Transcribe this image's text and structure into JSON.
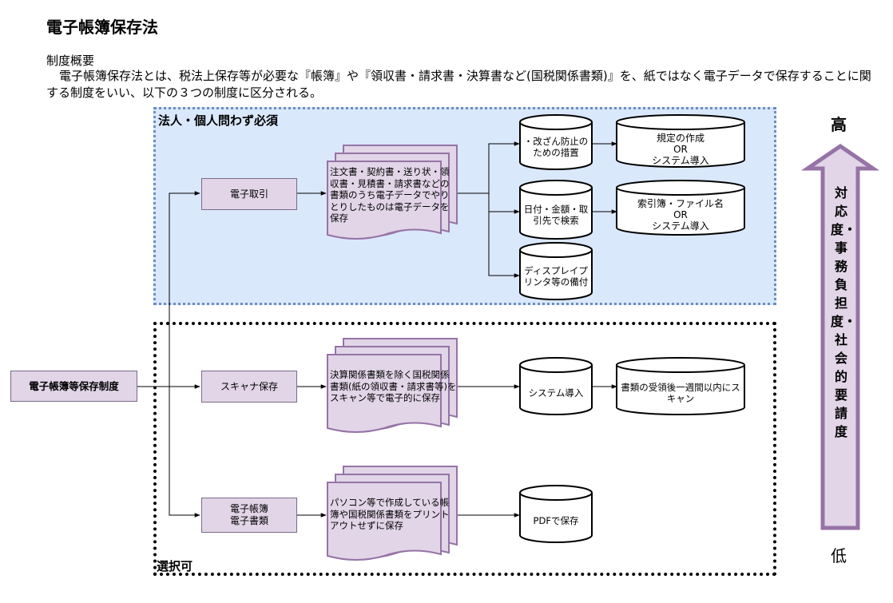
{
  "title": "電子帳簿保存法",
  "overview_label": "制度概要",
  "intro": "電子帳簿保存法とは、税法上保存等が必要な『帳簿』や『領収書・請求書・決算書など(国税関係書類)』を、紙ではなく電子データで保存することに関する制度をいい、以下の３つの制度に区分される。",
  "regions": {
    "required_label": "法人・個人問わず必須",
    "optional_label": "選択可"
  },
  "root": "電子帳簿等保存制度",
  "branches": {
    "electronic": {
      "label": "電子取引",
      "doc": "注文書・契約書・送り状・領収書・見積書・請求書などの書類のうち電子データでやりとりしたものは電子データを保存",
      "requirements": [
        {
          "cyl": "・改ざん防止の\nための措置",
          "result": "規定の作成\nOR\nシステム導入"
        },
        {
          "cyl": "日付・金額・取\n引先で検索",
          "result": "索引簿・ファイル名\nOR\nシステム導入"
        },
        {
          "cyl": "ディスプレイプ\nリンタ等の備付",
          "result": ""
        }
      ]
    },
    "scanner": {
      "label": "スキャナ保存",
      "doc": "決算関係書類を除く国税関係書類(紙の領収書・請求書等)をスキャン等で電子的に保存",
      "cyl": "システム導入",
      "result": "書類の受領後一週間以内にスキャン"
    },
    "ledger": {
      "label": "電子帳簿\n電子書類",
      "doc": "パソコン等で作成している帳簿や国税関係書類をプリントアウトせずに保存",
      "cyl": "PDFで保存"
    }
  },
  "scale": {
    "high": "高",
    "low": "低",
    "label": "対応度・事務負担度・社会的要請度"
  },
  "colors": {
    "region_required_fill": "#dae8fc",
    "region_required_border": "#6c8ebf",
    "box_fill": "#e1d5e7",
    "box_border": "#9673a6",
    "arrow_fill": "#e1d5e7"
  }
}
